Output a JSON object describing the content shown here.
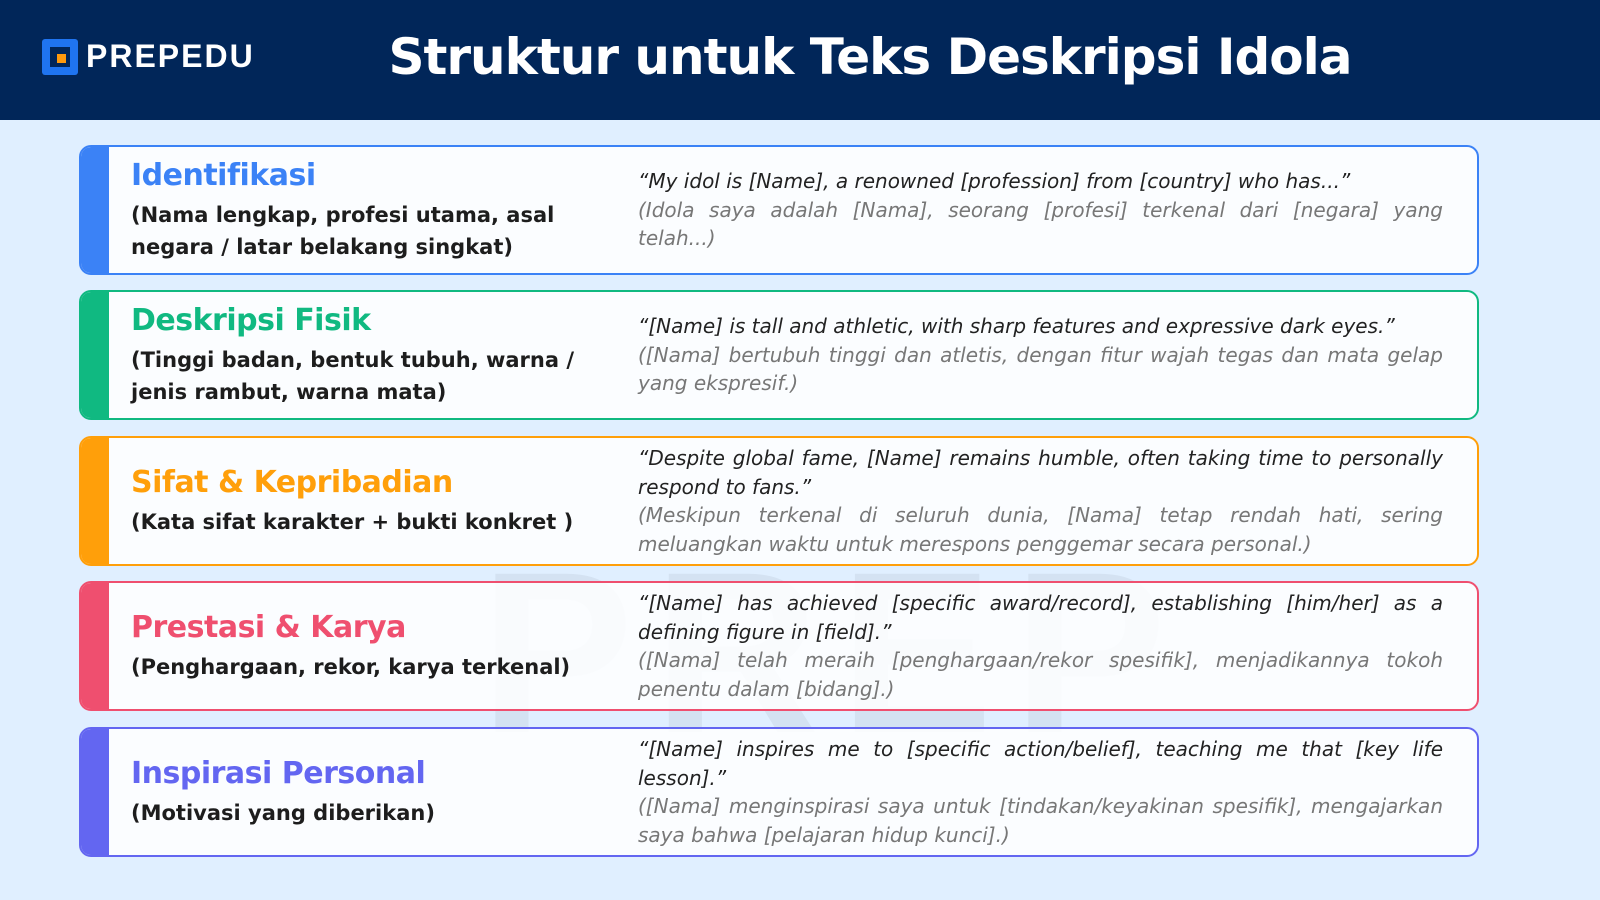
{
  "header": {
    "logo": "PREPEDU",
    "title": "Struktur untuk Teks Deskripsi Idola"
  },
  "watermark": "PREP",
  "cards": [
    {
      "title": "Identifikasi",
      "subtitle": "(Nama lengkap, profesi utama, asal negara / latar belakang singkat)",
      "example_en": "“My idol is [Name], a renowned [profession] from [country] who has...”",
      "example_id": "(Idola saya adalah [Nama], seorang [profesi] terkenal dari [negara] yang telah...)",
      "color": "#3b82f6"
    },
    {
      "title": "Deskripsi Fisik",
      "subtitle": "(Tinggi badan, bentuk tubuh, warna / jenis rambut, warna mata)",
      "example_en": "“[Name] is tall and athletic, with sharp features and expressive dark eyes.”",
      "example_id": "([Nama] bertubuh tinggi dan atletis, dengan fitur wajah tegas dan mata gelap yang ekspresif.)",
      "color": "#10b981"
    },
    {
      "title": "Sifat & Kepribadian",
      "subtitle": "(Kata sifat karakter + bukti konkret )",
      "example_en": "“Despite global fame, [Name] remains humble, often taking time to personally respond to fans.”",
      "example_id": "(Meskipun terkenal di seluruh dunia, [Nama] tetap rendah hati, sering meluangkan waktu untuk merespons penggemar secara personal.)",
      "color": "#ff9f0a"
    },
    {
      "title": "Prestasi & Karya",
      "subtitle": "(Penghargaan, rekor, karya terkenal)",
      "example_en": "“[Name] has achieved [specific award/record], establishing [him/her] as a defining figure in [field].”",
      "example_id": "([Nama] telah meraih [penghargaan/rekor spesifik], menjadikannya tokoh penentu dalam [bidang].)",
      "color": "#ef4f6f"
    },
    {
      "title": "Inspirasi Personal",
      "subtitle": "(Motivasi yang diberikan)",
      "example_en": "“[Name] inspires me to [specific action/belief], teaching me that [key life lesson].”",
      "example_id": "([Nama] menginspirasi saya untuk [tindakan/keyakinan spesifik], mengajarkan saya bahwa [pelajaran hidup kunci].)",
      "color": "#6366f1"
    }
  ]
}
